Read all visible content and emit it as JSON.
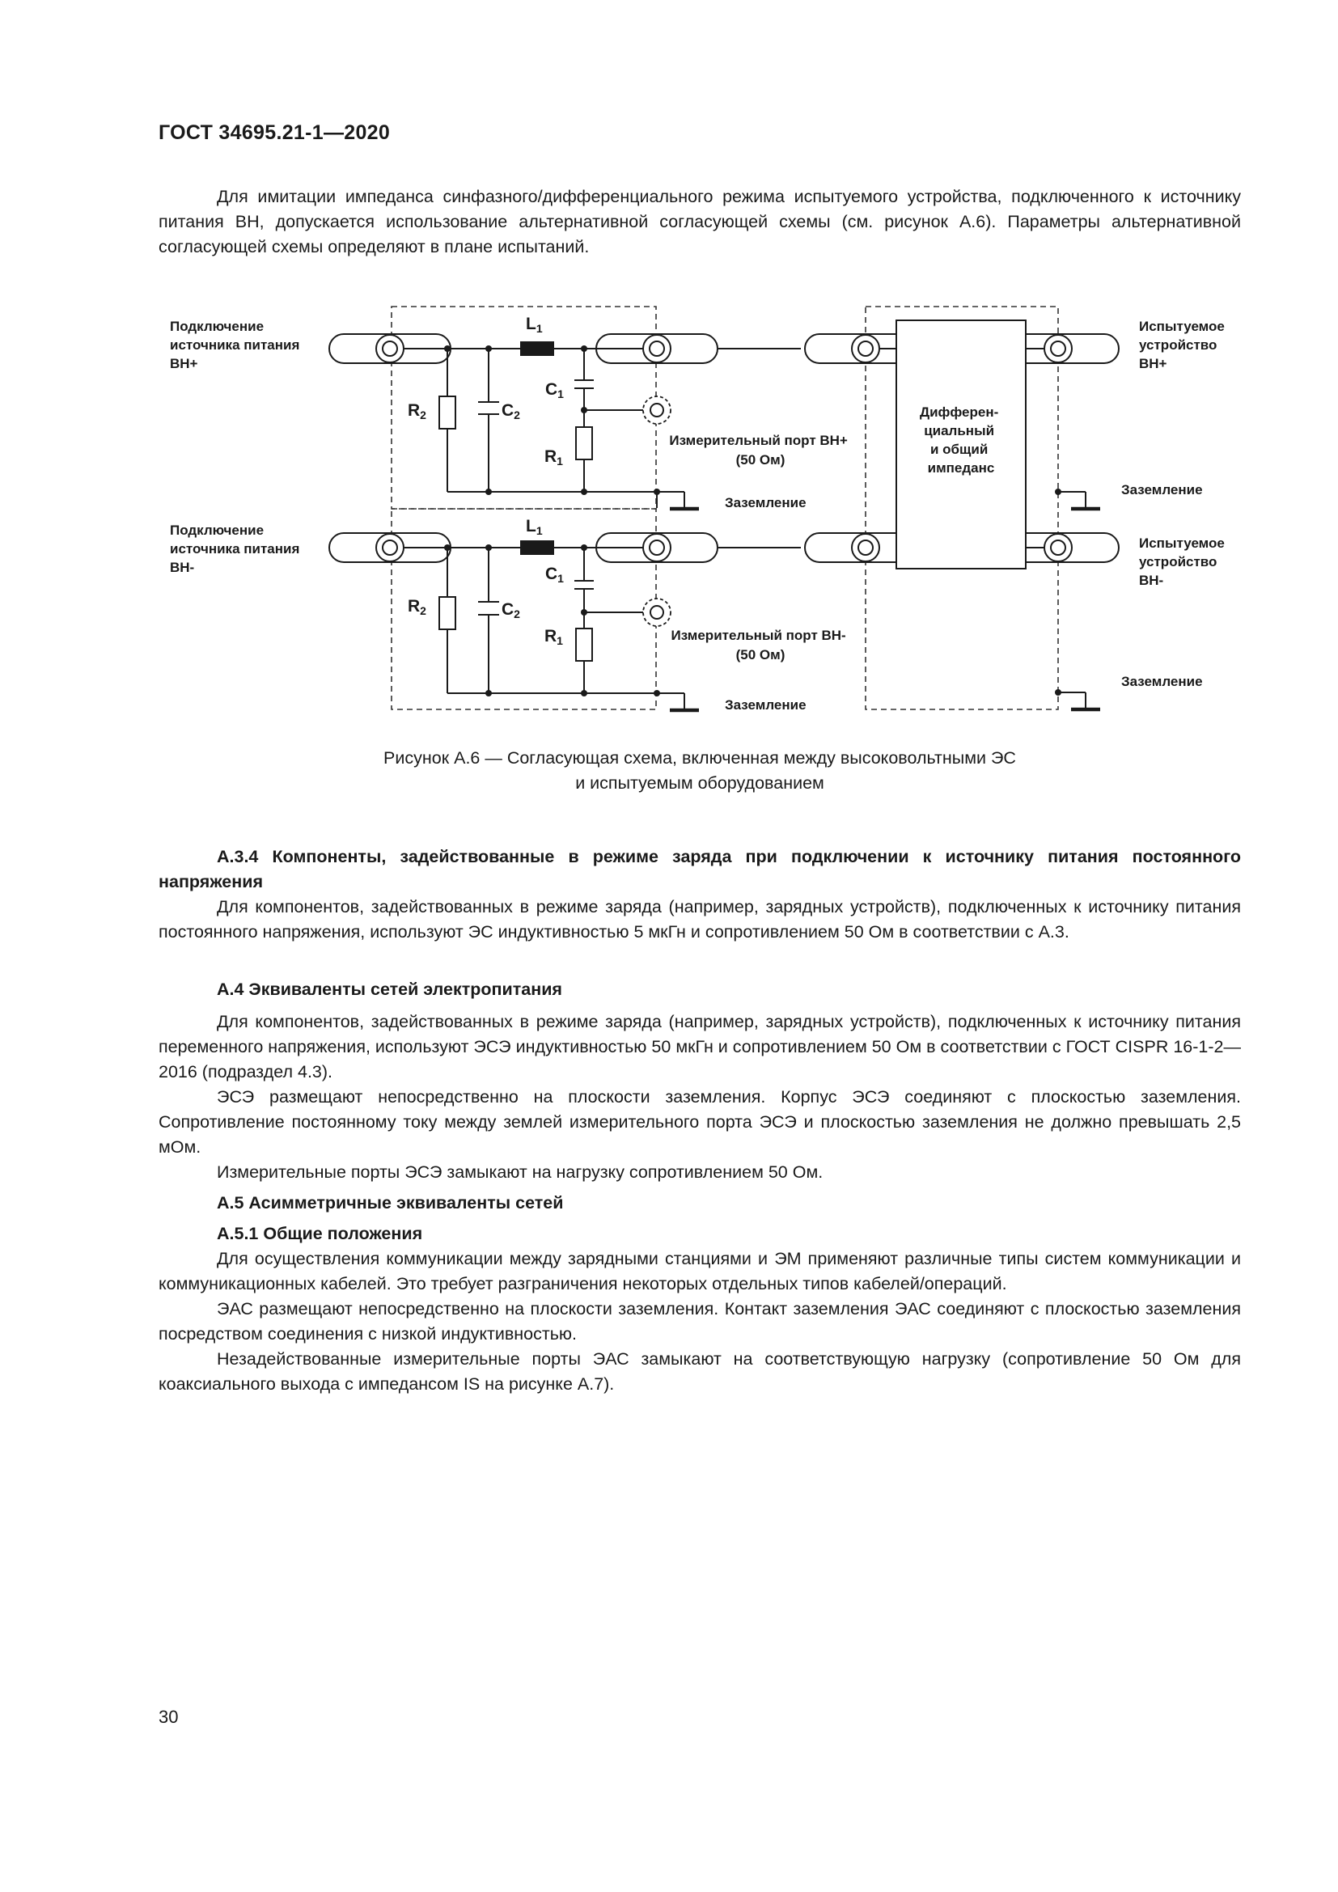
{
  "header": {
    "doc_id": "ГОСТ 34695.21-1—2020"
  },
  "intro": {
    "text": "Для имитации импеданса синфазного/дифференциального режима испытуемого устройства, подключенного к источнику питания ВН, допускается использование альтернативной согласующей схемы (см. рисунок А.6). Параметры альтернативной согласующей схемы определяют в плане испытаний."
  },
  "figure": {
    "label_source_plus": [
      "Подключение",
      "источника питания",
      "ВН+"
    ],
    "label_source_minus": [
      "Подключение",
      "источника питания",
      "ВН-"
    ],
    "label_dut_plus": [
      "Испытуемое",
      "устройство",
      "ВН+"
    ],
    "label_dut_minus": [
      "Испытуемое",
      "устройство",
      "ВН-"
    ],
    "impedance_box": [
      "Дифферен-",
      "циальный",
      "и общий",
      "импеданс"
    ],
    "meas_port_plus": [
      "Измерительный порт ВН+",
      "(50 Ом)"
    ],
    "meas_port_minus": [
      "Измерительный порт ВН-",
      "(50 Ом)"
    ],
    "ground": "Заземление",
    "L": "L",
    "C": "C",
    "R": "R",
    "sub1": "1",
    "sub2": "2"
  },
  "caption": {
    "line1": "Рисунок А.6 — Согласующая схема, включенная между высоковольтными ЭС",
    "line2": "и испытуемым оборудованием"
  },
  "sections": {
    "a34_title": "А.3.4 Компоненты, задействованные в режиме заряда при подключении к источнику питания постоянного напряжения",
    "a34_p1": "Для компонентов, задействованных в режиме заряда (например, зарядных устройств), подключенных к источнику питания постоянного напряжения, используют ЭС индуктивностью 5 мкГн и сопротивлением 50 Ом в соответствии с А.3.",
    "a4_title": "А.4 Эквиваленты сетей электропитания",
    "a4_p1": "Для компонентов, задействованных в режиме заряда (например, зарядных устройств), подключенных к источнику питания переменного напряжения, используют ЭСЭ индуктивностью 50 мкГн и сопротивлением 50 Ом в соответствии с ГОСТ CISPR 16-1-2—2016 (подраздел 4.3).",
    "a4_p2": "ЭСЭ размещают непосредственно на плоскости заземления. Корпус ЭСЭ соединяют с плоскостью заземления. Сопротивление постоянному току между землей измерительного порта ЭСЭ и плоскостью заземления не должно превышать 2,5 мОм.",
    "a4_p3": "Измерительные порты ЭСЭ замыкают на нагрузку сопротивлением 50 Ом.",
    "a5_title": "А.5 Асимметричные эквиваленты сетей",
    "a51_title": "А.5.1 Общие положения",
    "a51_p1": "Для осуществления коммуникации между зарядными станциями и ЭМ применяют различные типы систем коммуникации и коммуникационных кабелей. Это требует разграничения некоторых отдельных типов кабелей/операций.",
    "a51_p2": "ЭАС размещают непосредственно на плоскости заземления. Контакт заземления ЭАС соединяют с плоскостью заземления посредством соединения с низкой индуктивностью.",
    "a51_p3": "Незадействованные измерительные порты ЭАС замыкают на соответствующую нагрузку (сопротивление 50 Ом для коаксиального выхода с импедансом IS на рисунке А.7)."
  },
  "page_number": "30"
}
